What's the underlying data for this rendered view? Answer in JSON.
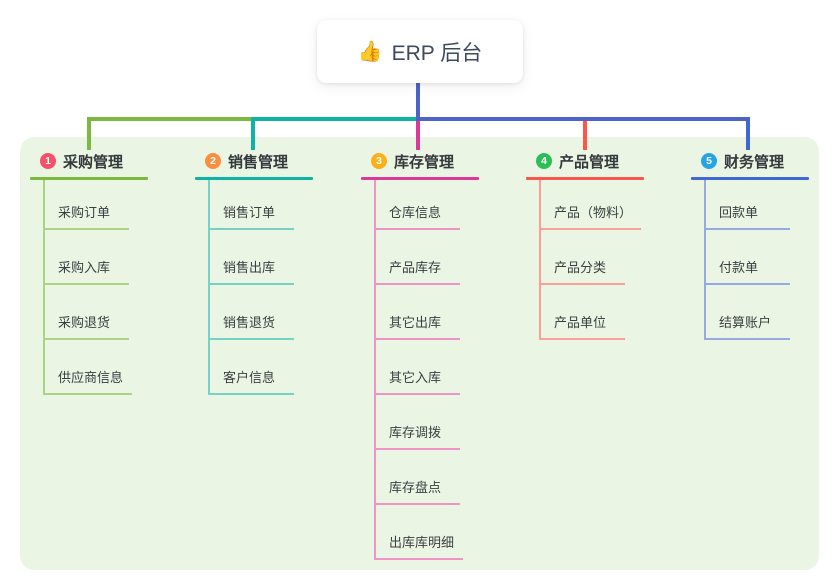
{
  "root": {
    "label": "ERP 后台",
    "icon": "thumbs-up-icon",
    "emoji": "👍",
    "card_bg": "#ffffff",
    "line_color": "#4c63c9"
  },
  "canvas": {
    "panel_bg": "#eaf6e3",
    "page_bg": "#ffffff"
  },
  "branches": [
    {
      "index": "1",
      "label": "采购管理",
      "badge_color": "#f65168",
      "line_color": "#7cb93f",
      "light_color": "#a9d484",
      "children": [
        "采购订单",
        "采购入库",
        "采购退货",
        "供应商信息"
      ]
    },
    {
      "index": "2",
      "label": "销售管理",
      "badge_color": "#fa8d3e",
      "line_color": "#0fb3a4",
      "light_color": "#78d1c7",
      "children": [
        "销售订单",
        "销售出库",
        "销售退货",
        "客户信息"
      ]
    },
    {
      "index": "3",
      "label": "库存管理",
      "badge_color": "#fbb017",
      "line_color": "#dc3897",
      "light_color": "#f094c8",
      "children": [
        "仓库信息",
        "产品库存",
        "其它出库",
        "其它入库",
        "库存调拨",
        "库存盘点",
        "出库库明细"
      ]
    },
    {
      "index": "4",
      "label": "产品管理",
      "badge_color": "#2ebd59",
      "line_color": "#fa564c",
      "light_color": "#fb9f98",
      "children": [
        "产品（物料）",
        "产品分类",
        "产品单位"
      ]
    },
    {
      "index": "5",
      "label": "财务管理",
      "badge_color": "#29a4e2",
      "line_color": "#3f68d4",
      "light_color": "#95aae2",
      "children": [
        "回款单",
        "付款单",
        "结算账户"
      ]
    }
  ]
}
